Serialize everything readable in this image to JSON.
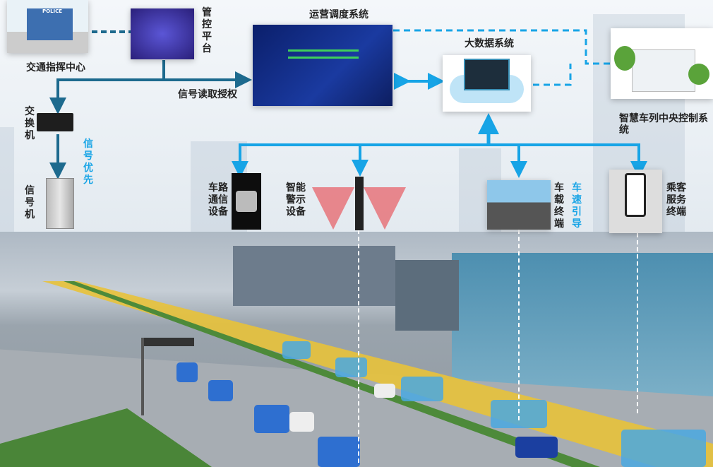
{
  "command_center": {
    "label": "交通指挥中心",
    "police_sign": "POLICE"
  },
  "control_platform": {
    "label": "管控平台"
  },
  "signal_auth": {
    "label": "信号读取授权"
  },
  "ops_dispatch": {
    "label": "运营调度系统"
  },
  "big_data": {
    "label": "大数据系统"
  },
  "central_control": {
    "label": "智慧车列中央控制系统"
  },
  "switch": {
    "label": "交换机"
  },
  "signal_priority": {
    "label": "信号优先"
  },
  "signal_controller": {
    "label": "信号机"
  },
  "v2x_device": {
    "label": "车路通信设备"
  },
  "warning_device": {
    "label": "智能警示设备"
  },
  "vehicle_terminal": {
    "label": "车载终端"
  },
  "speed_guidance": {
    "label": "车速引导"
  },
  "passenger_terminal": {
    "label": "乘客服务终端"
  },
  "colors": {
    "dark_line": "#1d6a8e",
    "light_line": "#17a4e6",
    "warning": "#e8434a"
  }
}
